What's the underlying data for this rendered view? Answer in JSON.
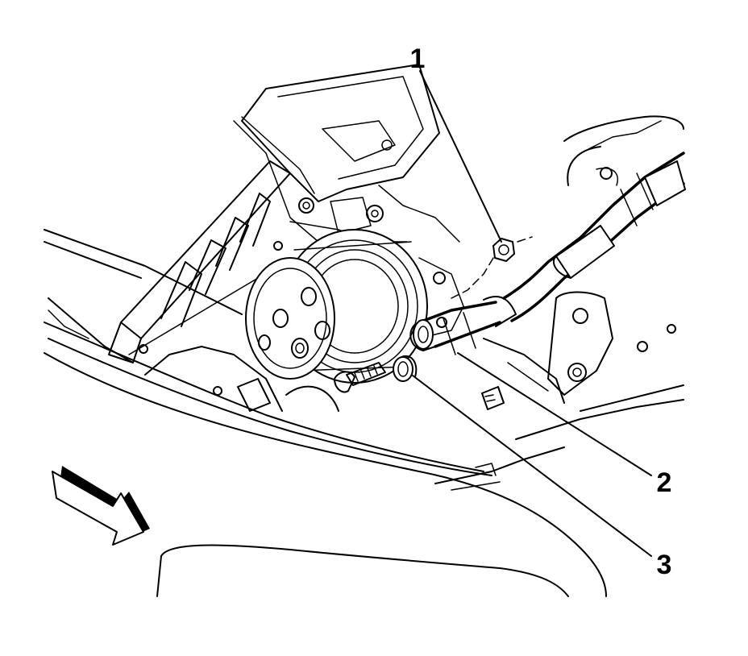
{
  "diagram": {
    "callouts": [
      {
        "id": "1",
        "label": "1"
      },
      {
        "id": "2",
        "label": "2"
      },
      {
        "id": "3",
        "label": "3"
      }
    ],
    "colors": {
      "line": "#000000",
      "background": "#ffffff"
    },
    "icons": {
      "direction_arrow": "forward-arrow-icon"
    }
  }
}
